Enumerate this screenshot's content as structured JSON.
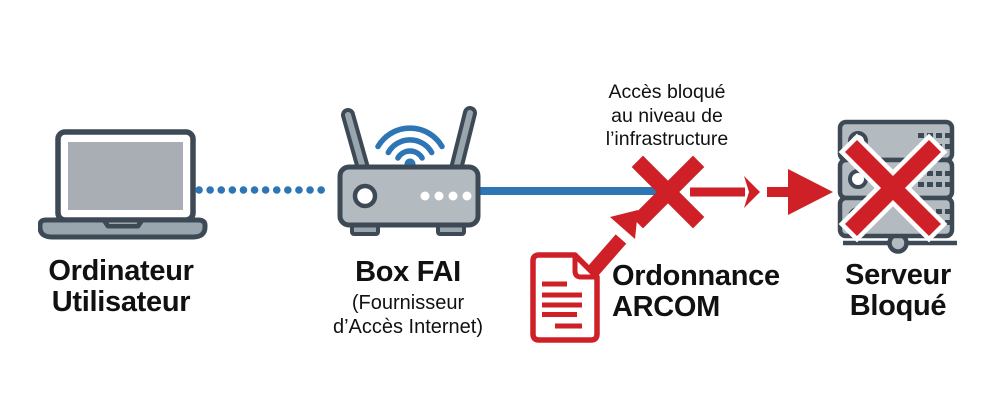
{
  "colors": {
    "background": "#ffffff",
    "outline": "#3d4a56",
    "device_gray": "#b3bac0",
    "screen_gray": "#a9aeb4",
    "base_gray": "#9aa6ae",
    "blue": "#2e75b5",
    "red": "#cf2027",
    "white": "#ffffff",
    "text": "#111111"
  },
  "labels": {
    "computer": {
      "line1": "Ordinateur",
      "line2": "Utilisateur"
    },
    "router": {
      "title": "Box FAI",
      "subtitle_line1": "(Fournisseur",
      "subtitle_line2": "d’Accès Internet)"
    },
    "annotation": {
      "line1": "Accès bloqué",
      "line2": "au niveau de",
      "line3": "l’infrastructure"
    },
    "order": {
      "line1": "Ordonnance",
      "line2": "ARCOM"
    },
    "server": {
      "line1": "Serveur",
      "line2": "Bloqué"
    }
  },
  "icons": {
    "laptop-icon": "user computer (laptop outline, gray screen)",
    "router-icon": "ISP box with two antennas and LEDs",
    "wifi-icon": "blue wifi arcs above router",
    "dotted-link-icon": "blue dotted connection laptop→router",
    "blue-link-icon": "blue solid connection router→block point",
    "blocked-connection-x-icon": "red X cutting the connection",
    "red-arrow-icon": "red broken arrow toward server",
    "order-arrow-icon": "red diagonal arrow from ARCOM order to block point",
    "document-icon": "red outlined legal order document",
    "server-icon": "server rack with network node",
    "server-blocked-x-icon": "large red X with white border over server"
  }
}
